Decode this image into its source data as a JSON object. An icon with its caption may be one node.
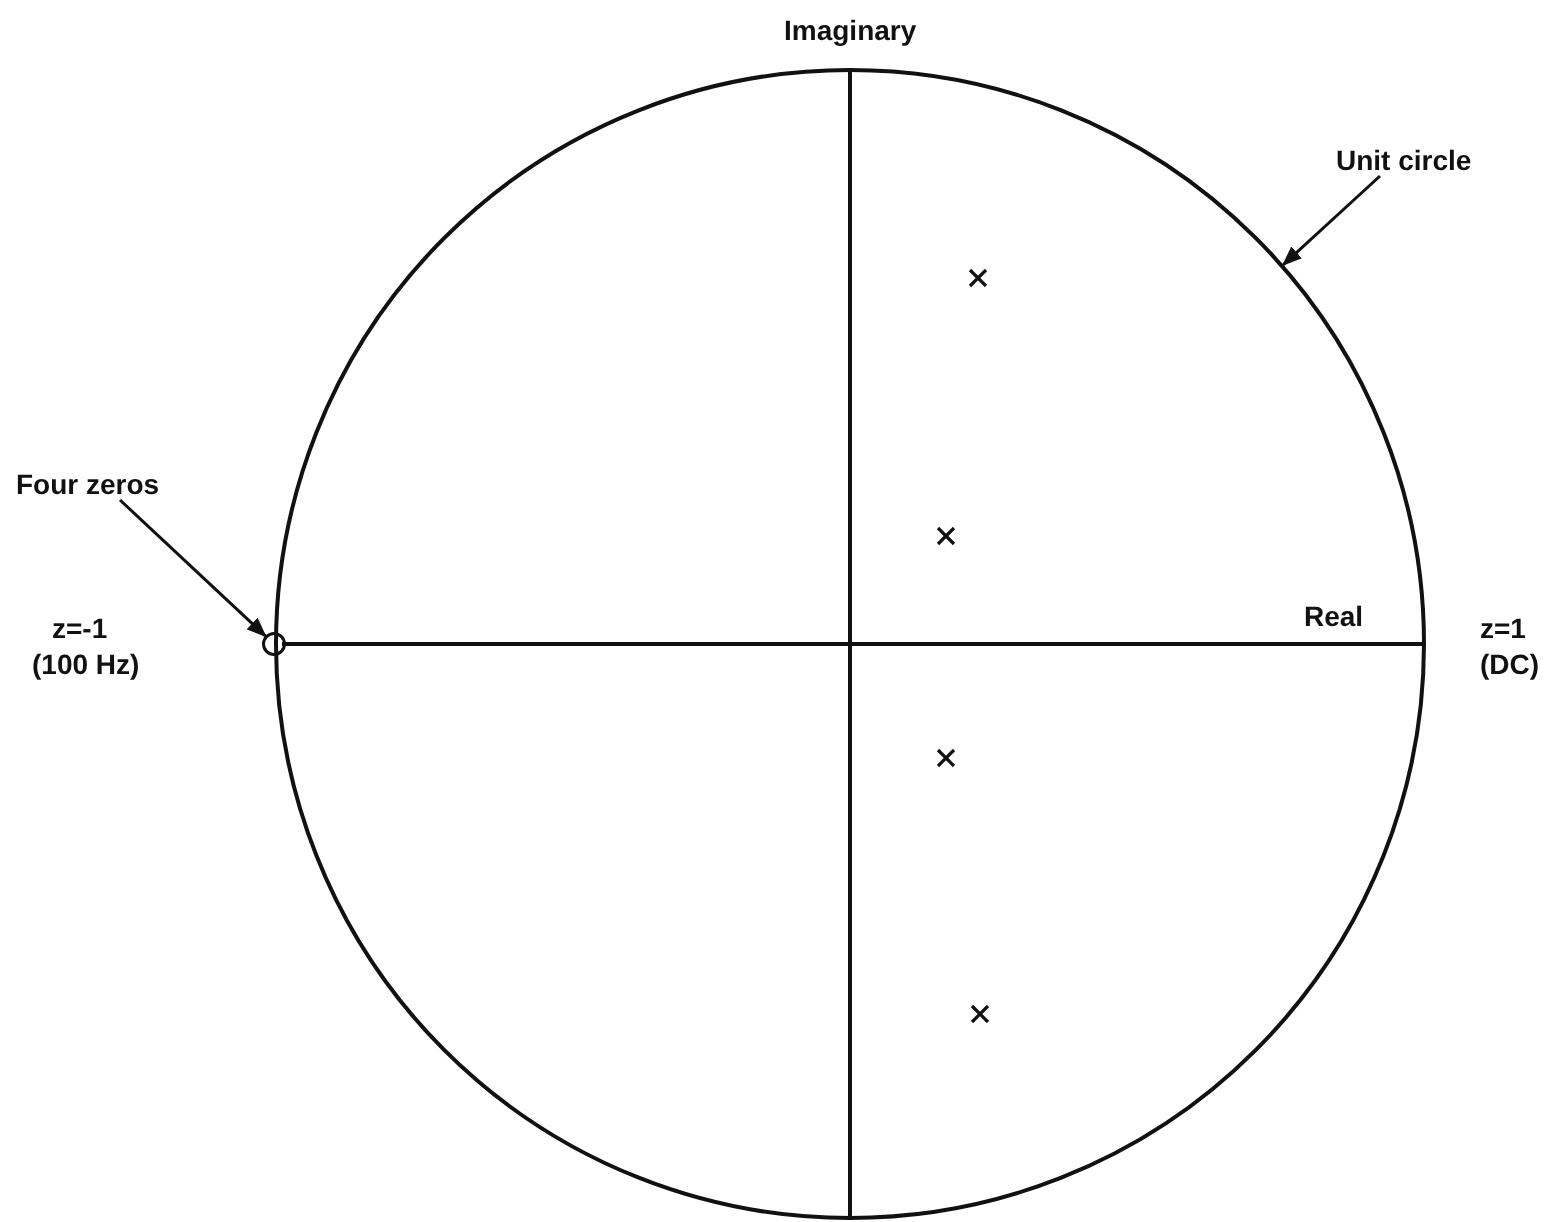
{
  "diagram": {
    "nodes": [
      {
        "text": [
          "Unit circle"
        ]
      },
      {
        "text": [],
        "shape": "circle"
      },
      {
        "text": [
          "Four zeros"
        ]
      },
      {
        "text": [],
        "shape": "circle"
      }
    ],
    "edges": [
      {
        "from": 0,
        "to": 1,
        "arrow": "to"
      },
      {
        "from": 2,
        "to": 3,
        "arrow": "to"
      }
    ],
    "labels": [
      "Imaginary",
      "Real",
      "z=-1",
      "(100 Hz)",
      "z=1",
      "(DC)"
    ]
  }
}
